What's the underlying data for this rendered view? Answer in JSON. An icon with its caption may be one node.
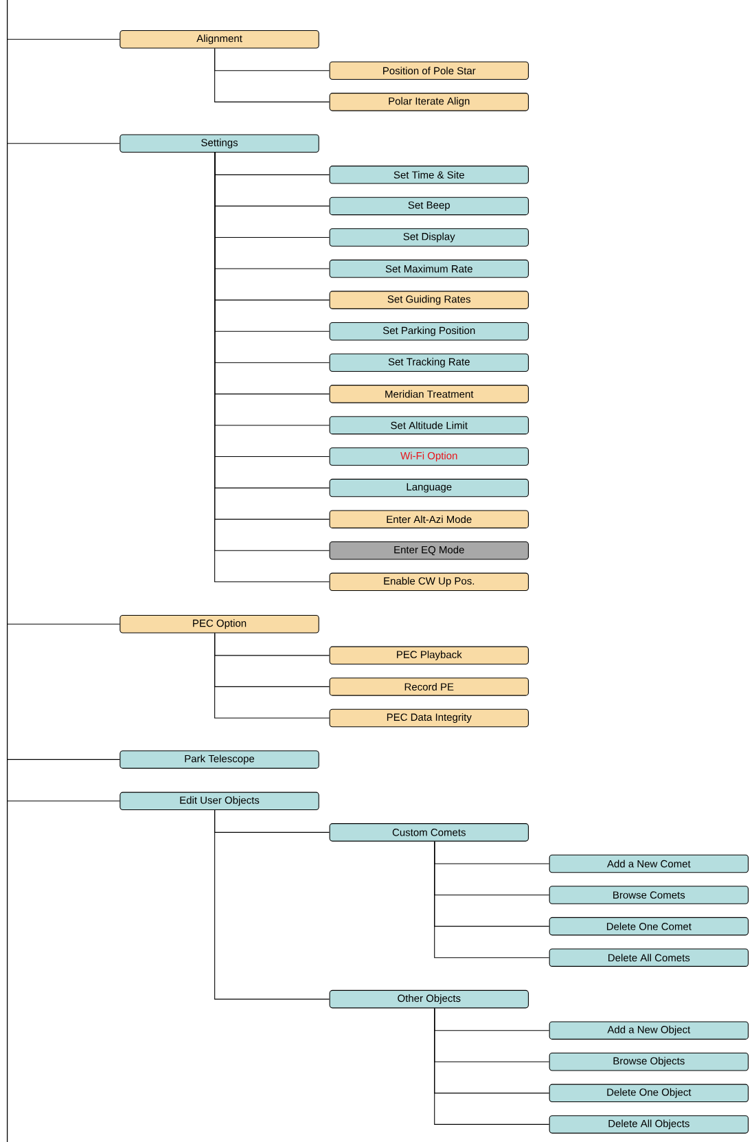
{
  "diagram": {
    "nodes": [
      {
        "text": [
          "Alignment"
        ]
      },
      {
        "text": [
          "Position of Pole Star"
        ]
      },
      {
        "text": [
          "Polar Iterate Align"
        ]
      },
      {
        "text": [
          "Settings"
        ]
      },
      {
        "text": [
          "Set Time & Site"
        ]
      },
      {
        "text": [
          "Set Beep"
        ]
      },
      {
        "text": [
          "Set Display"
        ]
      },
      {
        "text": [
          "Set Maximum Rate"
        ]
      },
      {
        "text": [
          "Set Guiding Rates"
        ]
      },
      {
        "text": [
          "Set Parking Position"
        ]
      },
      {
        "text": [
          "Set Tracking Rate"
        ]
      },
      {
        "text": [
          "Meridian Treatment"
        ]
      },
      {
        "text": [
          "Set Altitude Limit"
        ]
      },
      {
        "text": [
          "Wi-Fi Option"
        ]
      },
      {
        "text": [
          "Language"
        ]
      },
      {
        "text": [
          "Enter Alt-Azi Mode"
        ]
      },
      {
        "text": [
          "Enter EQ Mode"
        ]
      },
      {
        "text": [
          "Enable CW Up Pos."
        ]
      },
      {
        "text": [
          "PEC Option"
        ]
      },
      {
        "text": [
          "PEC Playback"
        ]
      },
      {
        "text": [
          "Record PE"
        ]
      },
      {
        "text": [
          "PEC Data Integrity"
        ]
      },
      {
        "text": [
          "Park Telescope"
        ]
      },
      {
        "text": [
          "Edit User Objects"
        ]
      },
      {
        "text": [
          "Custom Comets"
        ]
      },
      {
        "text": [
          "Add a New Comet"
        ]
      },
      {
        "text": [
          "Browse Comets"
        ]
      },
      {
        "text": [
          "Delete One Comet"
        ]
      },
      {
        "text": [
          "Delete All Comets"
        ]
      },
      {
        "text": [
          "Other Objects"
        ]
      },
      {
        "text": [
          "Add a New Object"
        ]
      },
      {
        "text": [
          "Browse Objects"
        ]
      },
      {
        "text": [
          "Delete One Object"
        ]
      },
      {
        "text": [
          "Delete All Objects"
        ]
      }
    ],
    "edges": [
      {
        "from": null,
        "to": 0,
        "arrow": "none"
      },
      {
        "from": 0,
        "to": 1,
        "arrow": "none"
      },
      {
        "from": 0,
        "to": 2,
        "arrow": "none"
      },
      {
        "from": null,
        "to": 3,
        "arrow": "none"
      },
      {
        "from": 3,
        "to": 4,
        "arrow": "none"
      },
      {
        "from": 3,
        "to": 5,
        "arrow": "none"
      },
      {
        "from": 3,
        "to": 6,
        "arrow": "none"
      },
      {
        "from": 3,
        "to": 7,
        "arrow": "none"
      },
      {
        "from": 3,
        "to": 8,
        "arrow": "none"
      },
      {
        "from": 3,
        "to": 9,
        "arrow": "none"
      },
      {
        "from": 3,
        "to": 10,
        "arrow": "none"
      },
      {
        "from": 3,
        "to": 11,
        "arrow": "none"
      },
      {
        "from": 3,
        "to": 12,
        "arrow": "none"
      },
      {
        "from": 3,
        "to": 13,
        "arrow": "none"
      },
      {
        "from": 3,
        "to": 14,
        "arrow": "none"
      },
      {
        "from": 3,
        "to": 15,
        "arrow": "none"
      },
      {
        "from": 3,
        "to": 16,
        "arrow": "none"
      },
      {
        "from": 3,
        "to": 17,
        "arrow": "none"
      },
      {
        "from": null,
        "to": 18,
        "arrow": "none"
      },
      {
        "from": 18,
        "to": 19,
        "arrow": "none"
      },
      {
        "from": 18,
        "to": 20,
        "arrow": "none"
      },
      {
        "from": 18,
        "to": 21,
        "arrow": "none"
      },
      {
        "from": null,
        "to": 22,
        "arrow": "none"
      },
      {
        "from": null,
        "to": 23,
        "arrow": "none"
      },
      {
        "from": 23,
        "to": 24,
        "arrow": "none"
      },
      {
        "from": 24,
        "to": 25,
        "arrow": "none"
      },
      {
        "from": 24,
        "to": 26,
        "arrow": "none"
      },
      {
        "from": 24,
        "to": 27,
        "arrow": "none"
      },
      {
        "from": 24,
        "to": 28,
        "arrow": "none"
      },
      {
        "from": 23,
        "to": 29,
        "arrow": "none"
      },
      {
        "from": 29,
        "to": 30,
        "arrow": "none"
      },
      {
        "from": 29,
        "to": 31,
        "arrow": "none"
      },
      {
        "from": 29,
        "to": 32,
        "arrow": "none"
      },
      {
        "from": 29,
        "to": 33,
        "arrow": "none"
      }
    ]
  }
}
